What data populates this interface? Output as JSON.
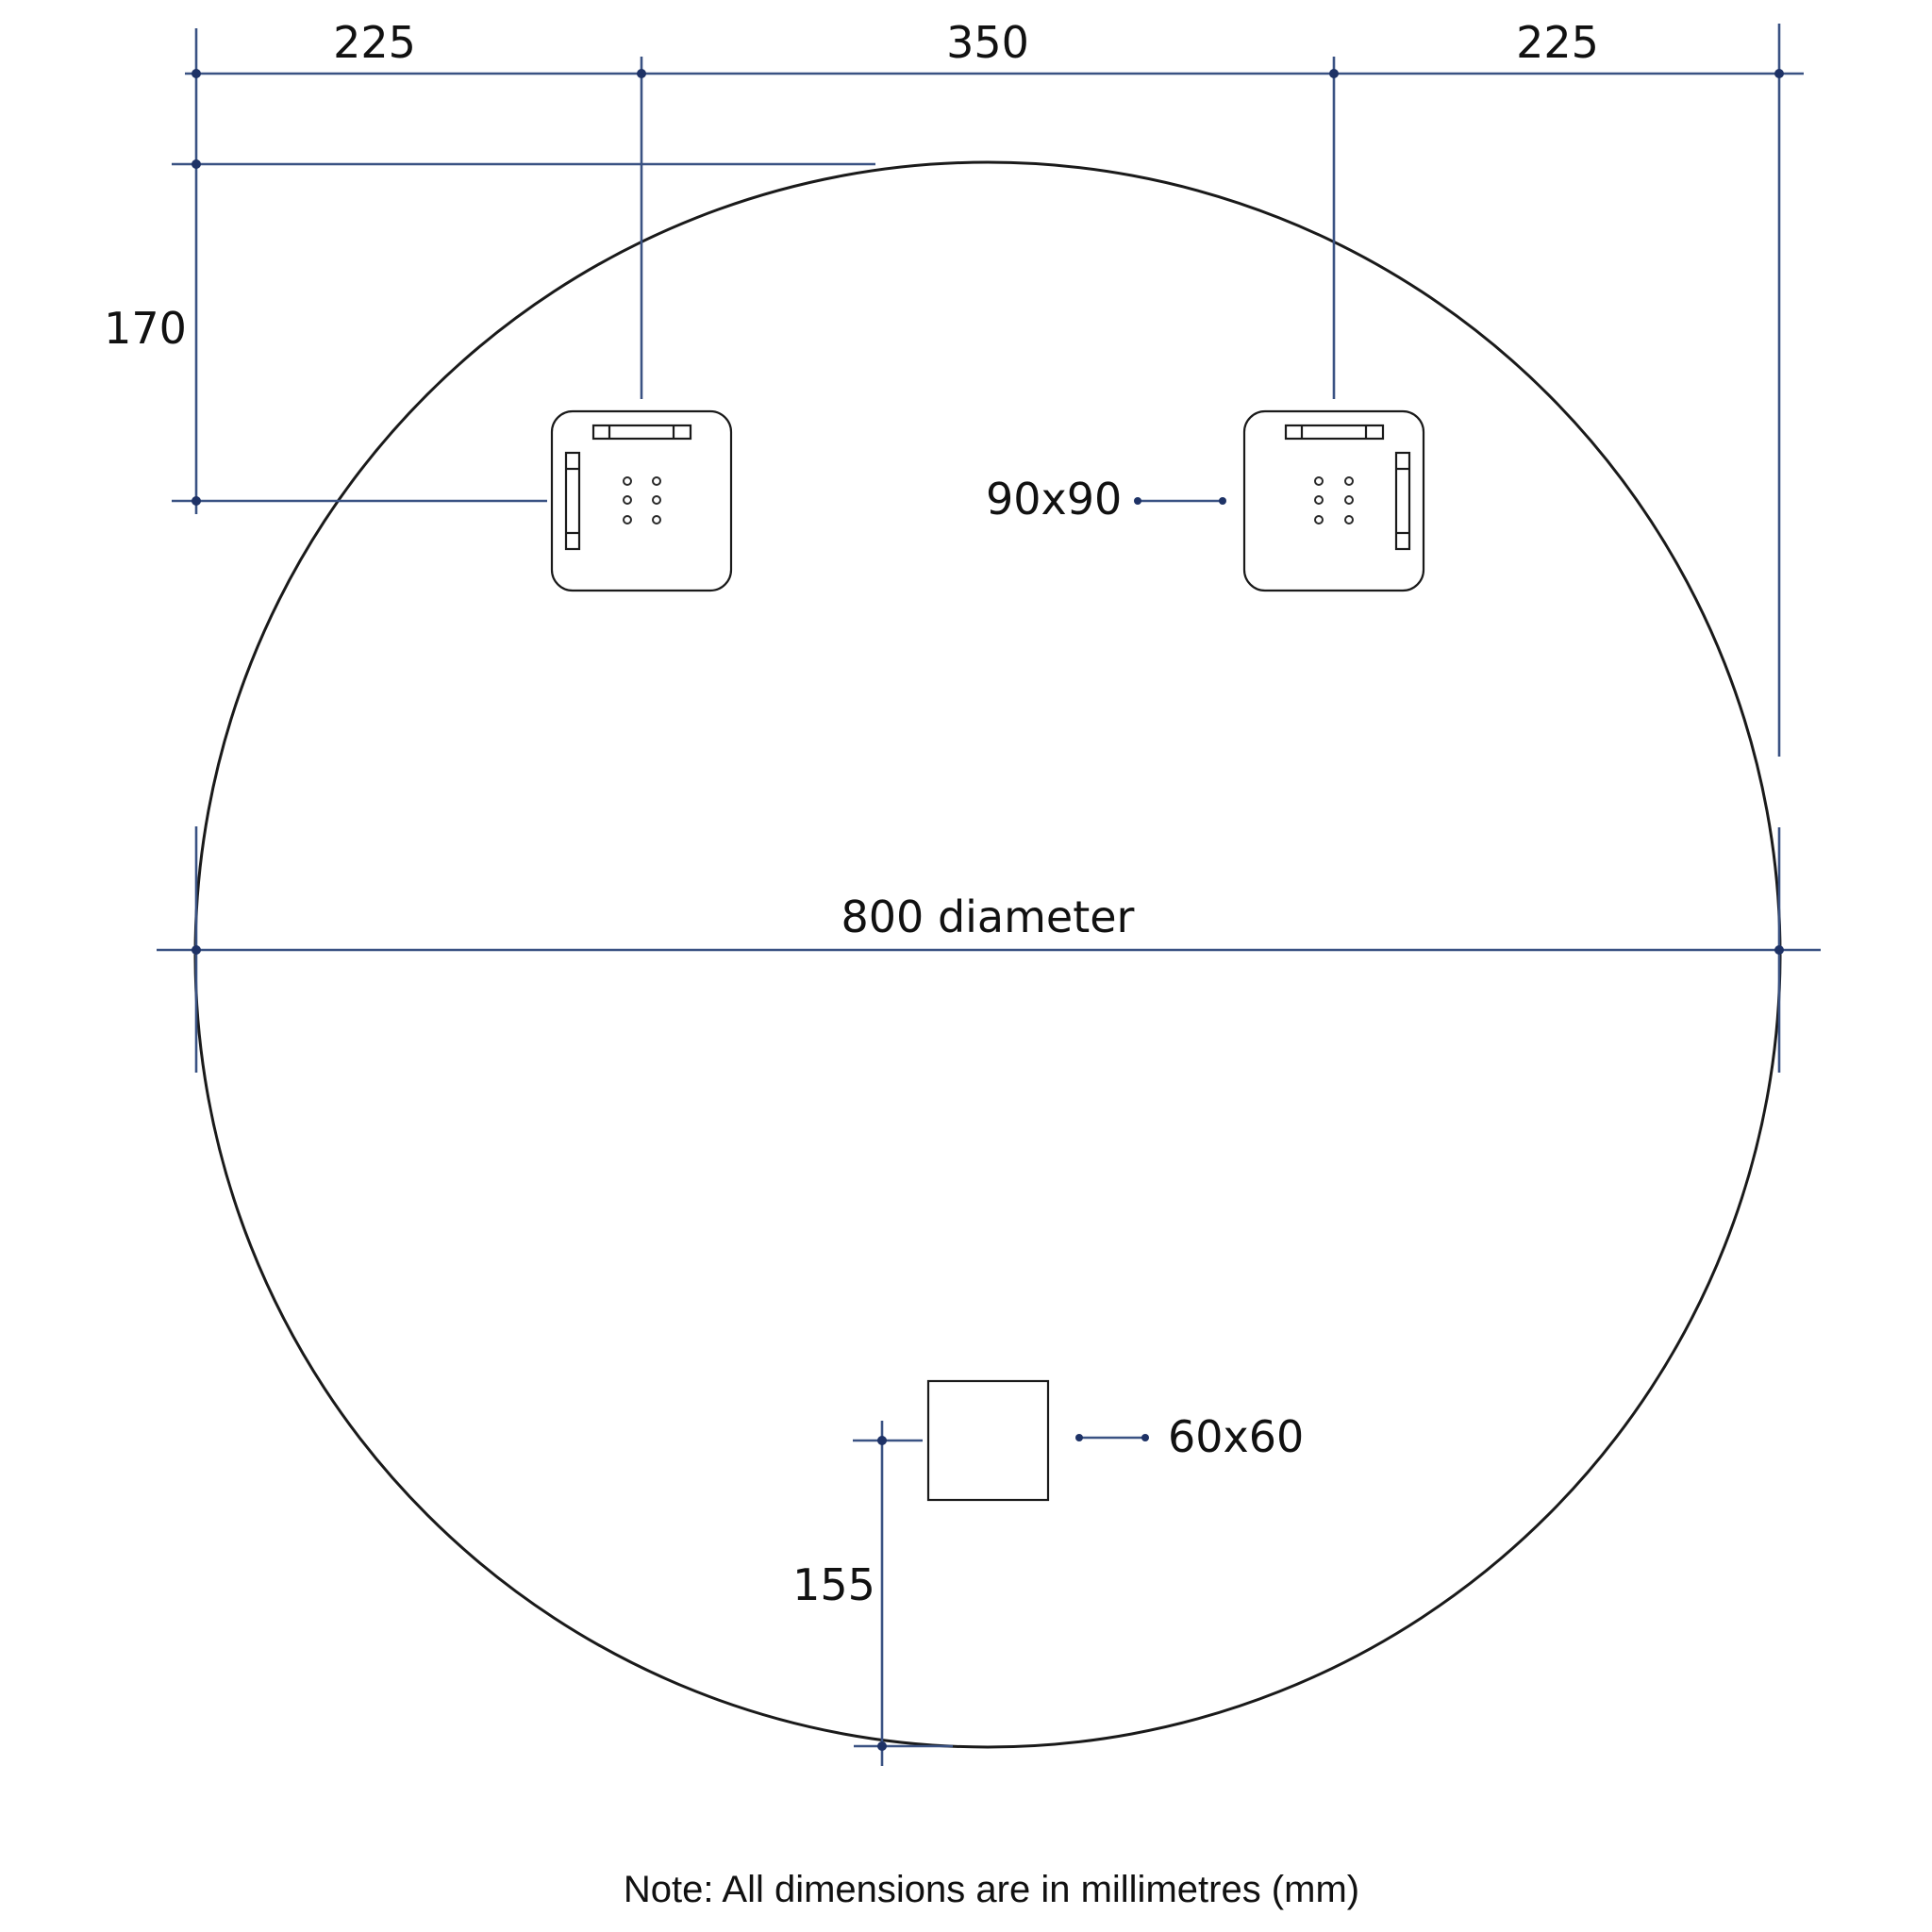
{
  "diagram": {
    "type": "technical-drawing",
    "subject": "round mirror rear mounting layout",
    "units": "mm",
    "colors": {
      "dimension_line": "#3a5283",
      "dimension_dot": "#1e3266",
      "outline": "#1a1a1a",
      "background": "#ffffff"
    },
    "dimensions": {
      "top_left_offset": "225",
      "top_center_spacing": "350",
      "top_right_offset": "225",
      "bracket_vertical_offset": "170",
      "diameter": "800 diameter",
      "bracket_size": "90x90",
      "switch_box_size": "60x60",
      "switch_box_height": "155"
    },
    "parts": [
      {
        "name": "left-mounting-bracket",
        "size": "90x90"
      },
      {
        "name": "right-mounting-bracket",
        "size": "90x90"
      },
      {
        "name": "switch-box",
        "size": "60x60"
      }
    ],
    "note": "Note: All dimensions are in millimetres (mm)"
  }
}
